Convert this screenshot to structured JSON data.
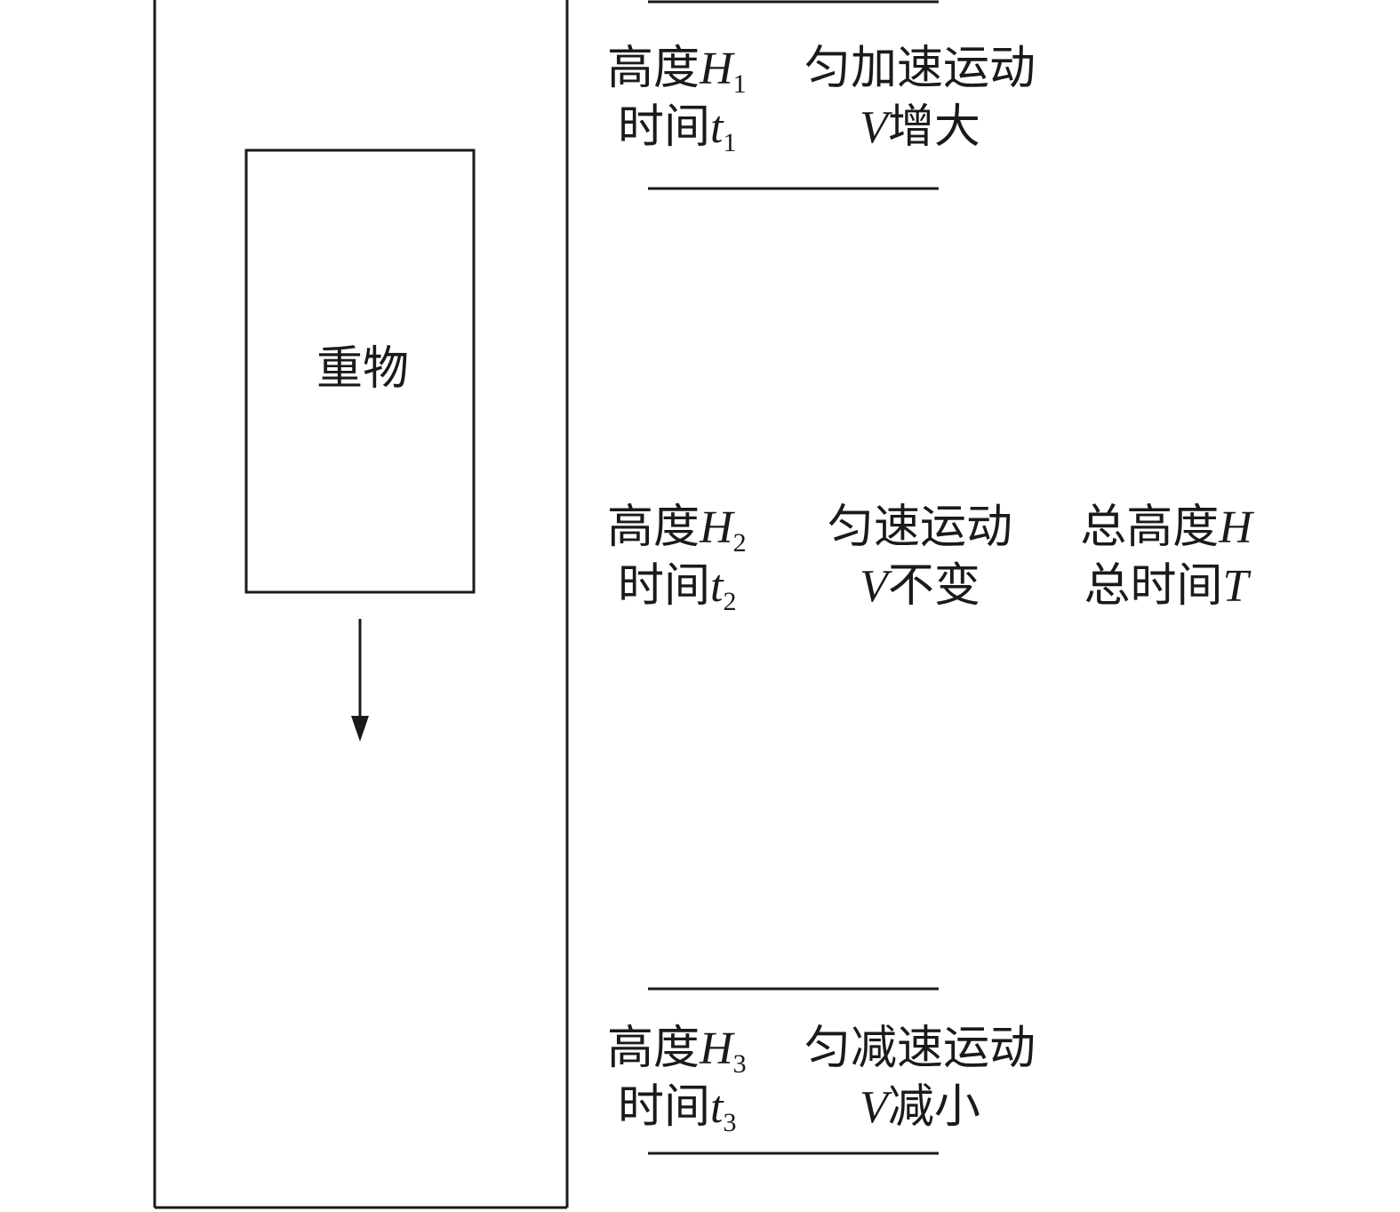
{
  "weight": {
    "label": "重物"
  },
  "segments": [
    {
      "height_prefix": "高度",
      "height_var": "H",
      "height_sub": "1",
      "time_prefix": "时间",
      "time_var": "t",
      "time_sub": "1",
      "motion": "匀加速运动",
      "velocity_var": "V",
      "velocity_text": "增大"
    },
    {
      "height_prefix": "高度",
      "height_var": "H",
      "height_sub": "2",
      "time_prefix": "时间",
      "time_var": "t",
      "time_sub": "2",
      "motion": "匀速运动",
      "velocity_var": "V",
      "velocity_text": "不变"
    },
    {
      "height_prefix": "高度",
      "height_var": "H",
      "height_sub": "3",
      "time_prefix": "时间",
      "time_var": "t",
      "time_sub": "3",
      "motion": "匀减速运动",
      "velocity_var": "V",
      "velocity_text": "减小"
    }
  ],
  "total": {
    "height_prefix": "总高度",
    "height_var": "H",
    "time_prefix": "总时间",
    "time_var": "T"
  },
  "colors": {
    "stroke": "#1a1a1a",
    "background": "#ffffff"
  }
}
